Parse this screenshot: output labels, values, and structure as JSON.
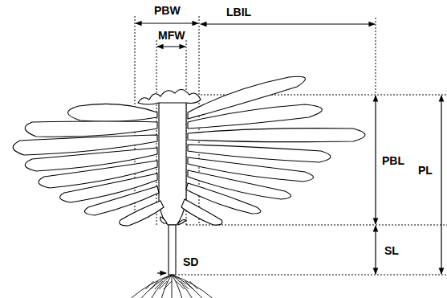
{
  "diagram": {
    "labels": [
      "PBW",
      "MFW",
      "LBIL",
      "PBL",
      "PL",
      "SL",
      "SD"
    ]
  }
}
